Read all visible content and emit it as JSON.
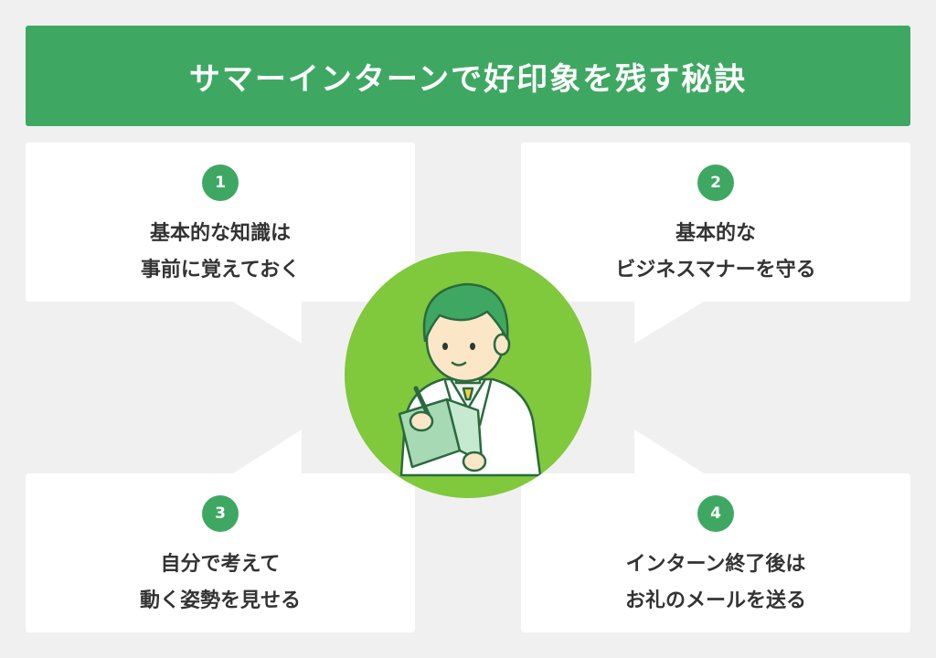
{
  "title": "サマーインターンで好印象を残す秘訣",
  "colors": {
    "accent": "#3ea862",
    "circle": "#80c83c",
    "background": "#f0f0f0",
    "card": "#ffffff",
    "text": "#333333"
  },
  "tips": [
    {
      "number": "1",
      "line1": "基本的な知識は",
      "line2": "事前に覚えておく"
    },
    {
      "number": "2",
      "line1": "基本的な",
      "line2": "ビジネスマナーを守る"
    },
    {
      "number": "3",
      "line1": "自分で考えて",
      "line2": "動く姿勢を見せる"
    },
    {
      "number": "4",
      "line1": "インターン終了後は",
      "line2": "お礼のメールを送る"
    }
  ],
  "illustration": "student-taking-notes"
}
